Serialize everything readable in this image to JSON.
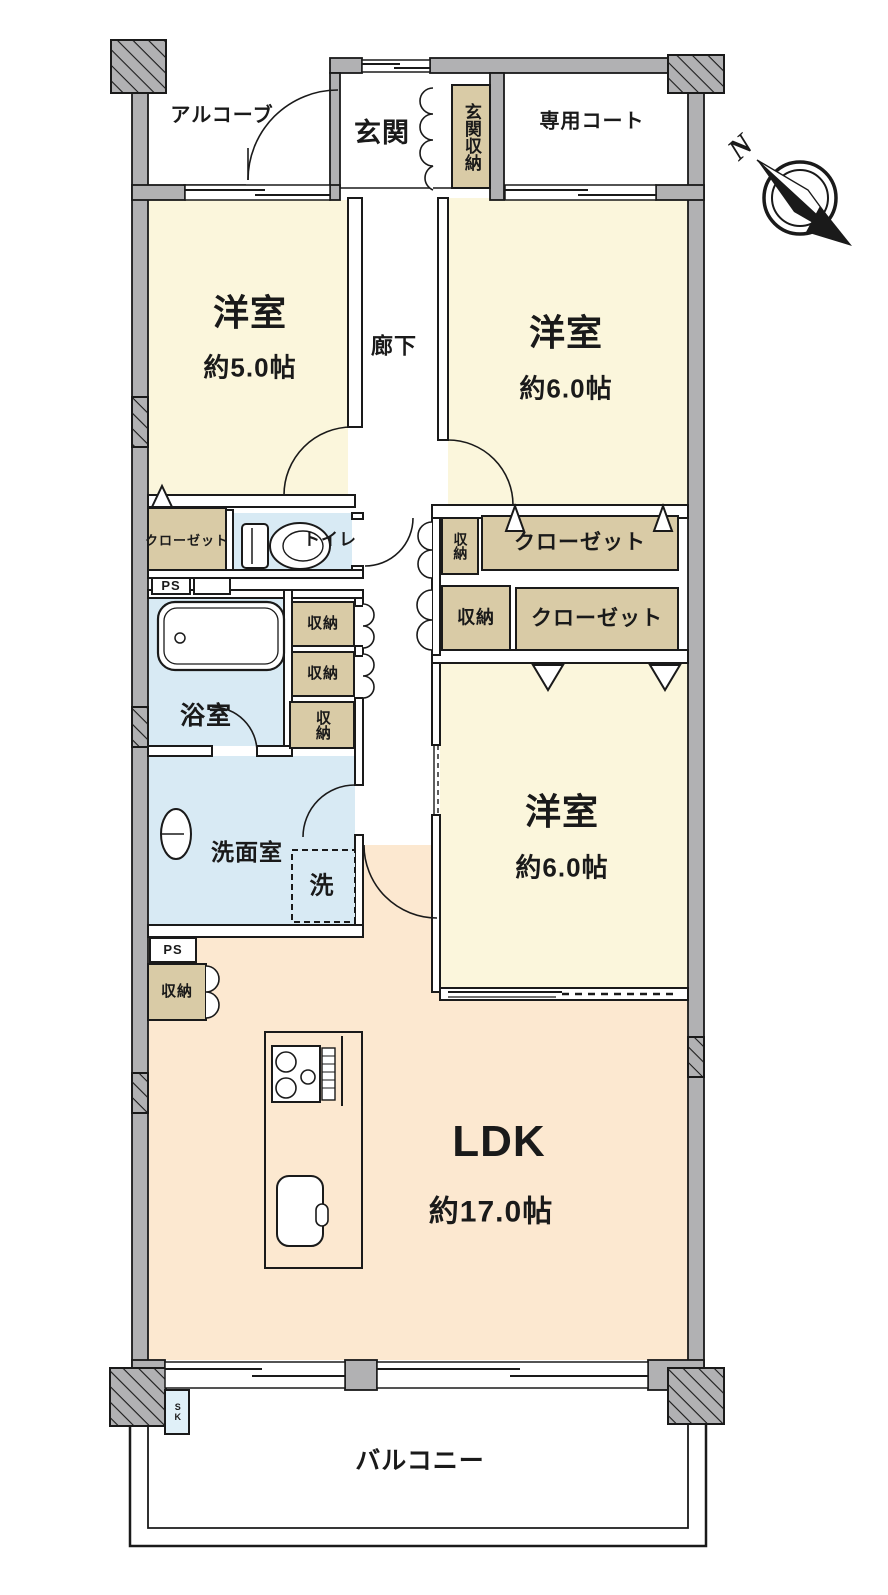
{
  "labels": {
    "alcove": "アルコーブ",
    "entrance": "玄関",
    "entrance_storage": "玄関収納",
    "private_court": "専用コート",
    "north": "N",
    "bedroom1_name": "洋室",
    "bedroom1_size": "約5.0帖",
    "corridor": "廊下",
    "bedroom2_name": "洋室",
    "bedroom2_size": "約6.0帖",
    "closet_left": "クローゼット",
    "ps_upper": "PS",
    "toilet": "トイレ",
    "storage_small_right": "収納",
    "closet_right_upper": "クローゼット",
    "storage_mid_1": "収納",
    "storage_mid_2": "収納",
    "storage_mid_3": "収納",
    "storage_right": "収納",
    "closet_right_lower": "クローゼット",
    "bathroom": "浴室",
    "washroom": "洗面室",
    "washer": "洗",
    "bedroom3_name": "洋室",
    "bedroom3_size": "約6.0帖",
    "ps_lower": "PS",
    "storage_lower_left": "収納",
    "ldk_name": "LDK",
    "ldk_size": "約17.0帖",
    "sk": "SK",
    "balcony": "バルコニー"
  },
  "colors": {
    "room_cream": "#fbf6dc",
    "wet_area_blue": "#d8eaf4",
    "storage_tan": "#d9cba6",
    "ldk_peach": "#fce8d0",
    "wall_gray": "#b1b1b3",
    "line_black": "#1a1a1a",
    "sk_blue": "#e0f0f8"
  }
}
